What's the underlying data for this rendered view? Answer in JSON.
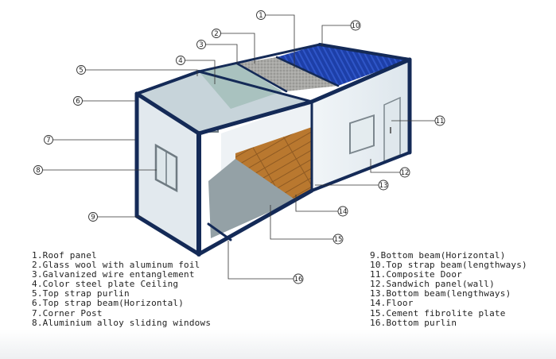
{
  "diagram": {
    "callouts": [
      {
        "num": "1"
      },
      {
        "num": "2"
      },
      {
        "num": "3"
      },
      {
        "num": "4"
      },
      {
        "num": "5"
      },
      {
        "num": "6"
      },
      {
        "num": "7"
      },
      {
        "num": "8"
      },
      {
        "num": "9"
      },
      {
        "num": "10"
      },
      {
        "num": "11"
      },
      {
        "num": "12"
      },
      {
        "num": "13"
      },
      {
        "num": "14"
      },
      {
        "num": "15"
      },
      {
        "num": "16"
      }
    ],
    "colors": {
      "frame": "#142a57",
      "roof_panel": "#1d3fa8",
      "wire_entanglement": "#a9a9a6",
      "ceiling": "#b6c8cf",
      "wall": "#e6edf2",
      "floor": "#b9782f",
      "cement_plate": "#94a1a6"
    }
  },
  "legend": {
    "left": [
      {
        "text": "1.Roof panel"
      },
      {
        "text": "2.Glass wool with aluminum foil"
      },
      {
        "text": "3.Galvanized wire entanglement"
      },
      {
        "text": "4.Color steel plate Ceiling"
      },
      {
        "text": "5.Top strap purlin"
      },
      {
        "text": "6.Top strap beam(Horizontal)"
      },
      {
        "text": "7.Corner Post"
      },
      {
        "text": "8.Aluminium alloy sliding windows"
      }
    ],
    "right": [
      {
        "text": "9.Bottom beam(Horizontal)"
      },
      {
        "text": "10.Top strap beam(lengthways)"
      },
      {
        "text": "11.Composite Door"
      },
      {
        "text": "12.Sandwich panel(wall)"
      },
      {
        "text": "13.Bottom beam(lengthways)"
      },
      {
        "text": "14.Floor"
      },
      {
        "text": "15.Cement fibrolite plate"
      },
      {
        "text": "16.Bottom purlin"
      }
    ]
  }
}
